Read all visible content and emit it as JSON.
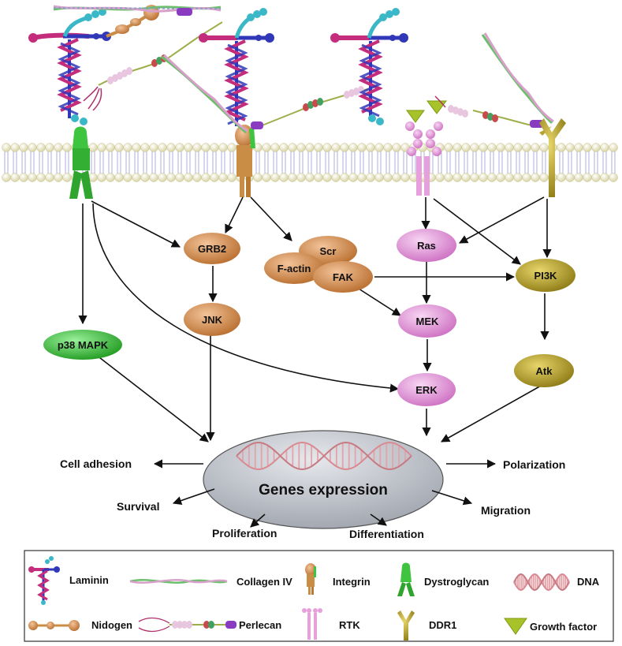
{
  "nodes": {
    "grb2": "GRB2",
    "jnk": "JNK",
    "scr": "Scr",
    "factin": "F-actin",
    "fak": "FAK",
    "ras": "Ras",
    "pi3k": "PI3K",
    "mek": "MEK",
    "erk": "ERK",
    "atk": "Atk",
    "p38": "p38 MAPK"
  },
  "center": "Genes expression",
  "outcomes": {
    "cell_adhesion": "Cell adhesion",
    "polarization": "Polarization",
    "survival": "Survival",
    "proliferation": "Proliferation",
    "differentiation": "Differentiation",
    "migration": "Migration"
  },
  "legend": {
    "laminin": "Laminin",
    "collagen": "Collagen IV",
    "integrin": "Integrin",
    "dystroglycan": "Dystroglycan",
    "dna": "DNA",
    "nidogen": "Nidogen",
    "perlecan": "Perlecan",
    "rtk": "RTK",
    "ddr1": "DDR1",
    "growth_factor": "Growth factor"
  },
  "colors": {
    "orange_node": "#d9904f",
    "pink_node": "#e6a1dc",
    "olive_node": "#b7a232",
    "green_node": "#3fc43f",
    "gene_ellipse": "#b8bcc4",
    "membrane_head": "#f3f1cf",
    "membrane_tail": "#9a9ad6",
    "laminin_magenta": "#c42c7c",
    "laminin_blue": "#3038b8",
    "laminin_teal": "#3ab8c8"
  }
}
